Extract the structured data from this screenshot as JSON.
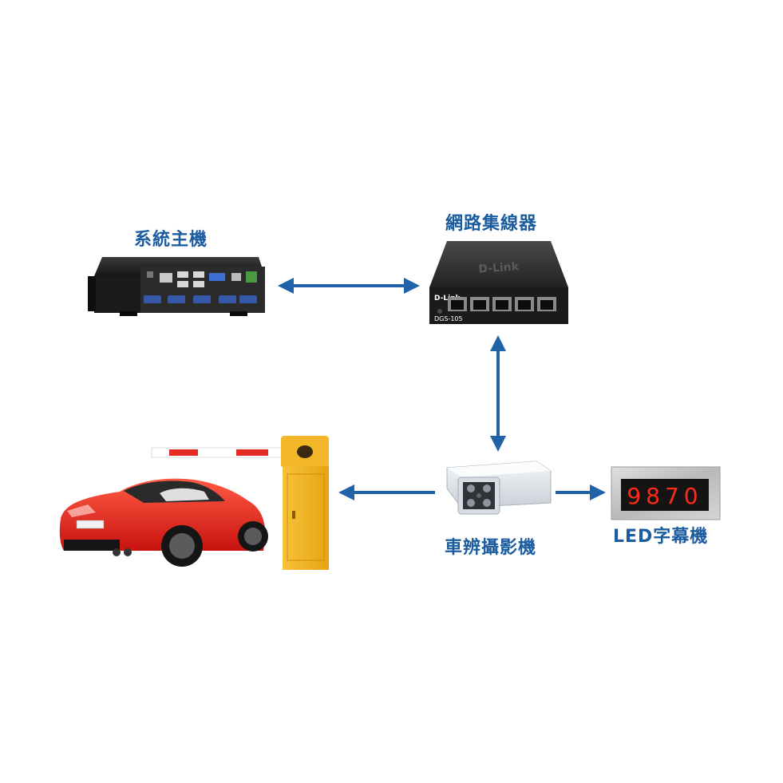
{
  "nodes": {
    "host": {
      "label": "系統主機",
      "icon": "mini-pc-icon"
    },
    "switch": {
      "label": "網路集線器",
      "icon": "network-switch-icon",
      "brand": "D-Link",
      "model": "DGS-105"
    },
    "camera": {
      "label": "車辨攝影機",
      "icon": "lpr-camera-icon"
    },
    "led": {
      "label": "LED字幕機",
      "icon": "led-display-icon",
      "display_value": "9870"
    },
    "barrier": {
      "icon": "barrier-gate-icon"
    },
    "car": {
      "icon": "car-icon"
    }
  },
  "edges": [
    {
      "from": "host",
      "to": "switch",
      "direction": "both"
    },
    {
      "from": "switch",
      "to": "camera",
      "direction": "both"
    },
    {
      "from": "camera",
      "to": "barrier",
      "direction": "forward"
    },
    {
      "from": "camera",
      "to": "led",
      "direction": "forward"
    }
  ],
  "colors": {
    "label": "#1b5c9e",
    "arrow": "#2163a8",
    "barrier_body": "#f2b11c",
    "car_body": "#e8231d",
    "led_digits": "#ff2a1a"
  }
}
